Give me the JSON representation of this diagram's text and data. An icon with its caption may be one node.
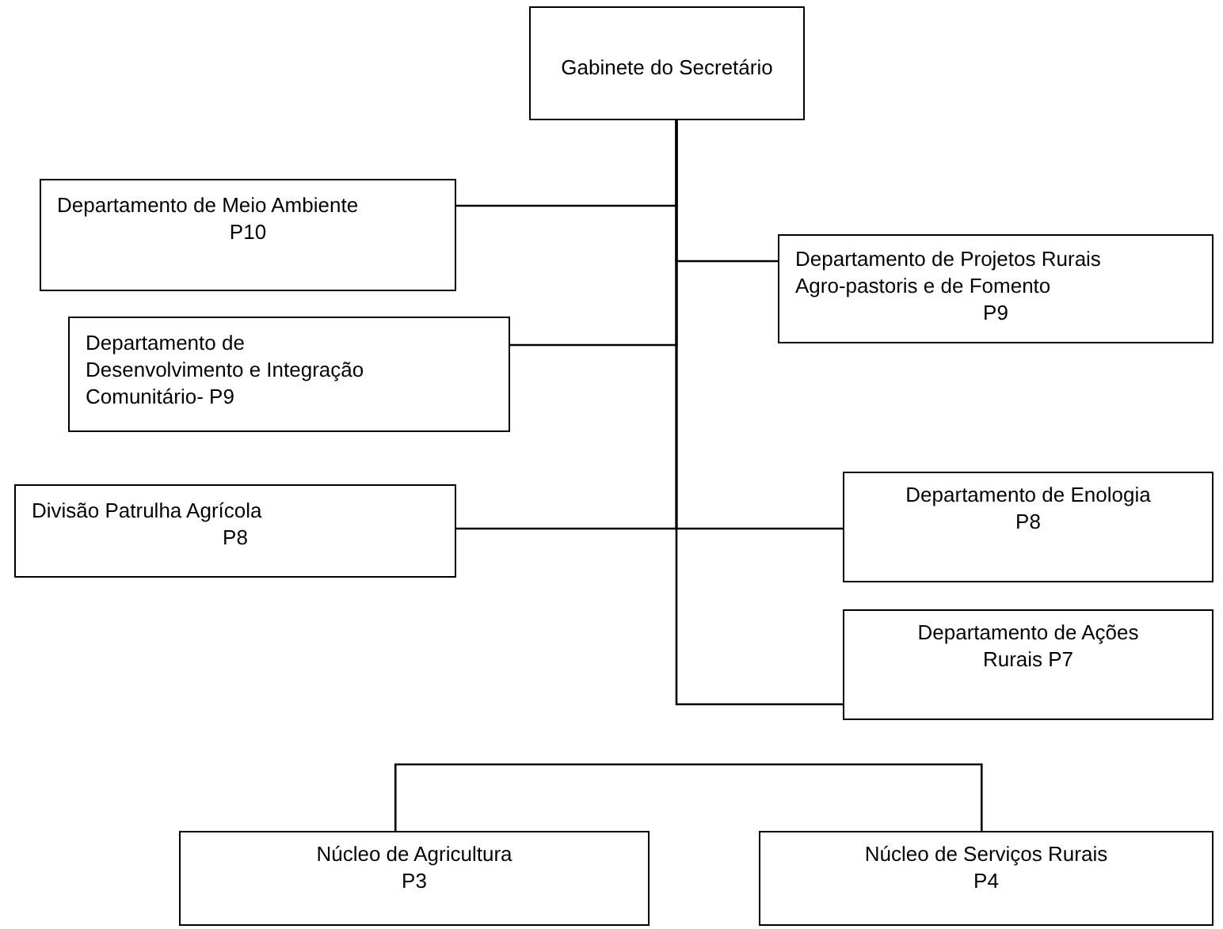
{
  "diagram": {
    "nodes": [
      {
        "text": [
          "Gabinete do Secretário"
        ]
      },
      {
        "text": [
          "Departamento de Meio Ambiente",
          "P10"
        ]
      },
      {
        "text": [
          "Departamento de Projetos Rurais Agro-pastoris e de Fomento",
          "P9"
        ]
      },
      {
        "text": [
          "Departamento de Desenvolvimento e Integração Comunitário- P9"
        ]
      },
      {
        "text": [
          "Divisão Patrulha Agrícola",
          "P8"
        ]
      },
      {
        "text": [
          "Departamento de Enologia",
          "P8"
        ]
      },
      {
        "text": [
          "Departamento de Ações Rurais P7"
        ]
      },
      {
        "text": [
          "Núcleo de Agricultura",
          "P3"
        ]
      },
      {
        "text": [
          "Núcleo de Serviços Rurais",
          "P4"
        ]
      }
    ],
    "edges": [
      {
        "from": 0,
        "to": 1,
        "arrow": "none"
      },
      {
        "from": 0,
        "to": 2,
        "arrow": "none"
      },
      {
        "from": 0,
        "to": 3,
        "arrow": "none"
      },
      {
        "from": 0,
        "to": 4,
        "arrow": "none"
      },
      {
        "from": 0,
        "to": 5,
        "arrow": "none"
      },
      {
        "from": 0,
        "to": 6,
        "arrow": "none"
      },
      {
        "from": 7,
        "to": 8,
        "arrow": "none"
      }
    ]
  }
}
